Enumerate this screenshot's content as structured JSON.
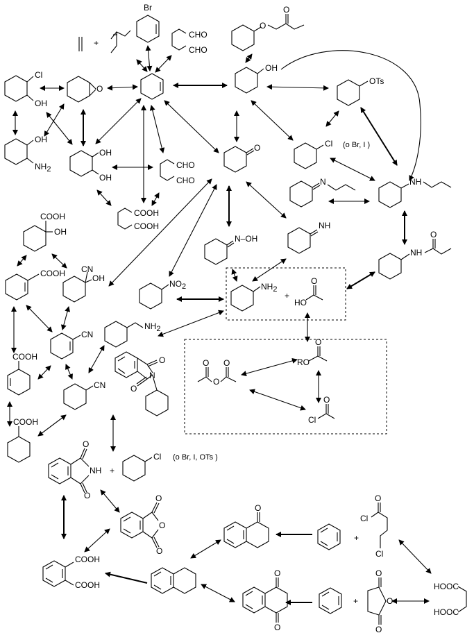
{
  "labels": {
    "br": "Br",
    "plus": "+",
    "cho": "CHO",
    "o": "O",
    "oh": "OH",
    "cl": "Cl",
    "nh2": "NH",
    "nh2_sub": "2",
    "cooh": "COOH",
    "hooc": "HOOC",
    "cn": "CN",
    "no2": "NO",
    "no2_sub": "2",
    "nh": "NH",
    "n": "N",
    "oh_dash": "N–OH",
    "ho": "HO",
    "ro": "RO",
    "ots": "OTs",
    "halide_note1": "(o Br, I )",
    "halide_note2": "(o Br, I, OTs )"
  }
}
